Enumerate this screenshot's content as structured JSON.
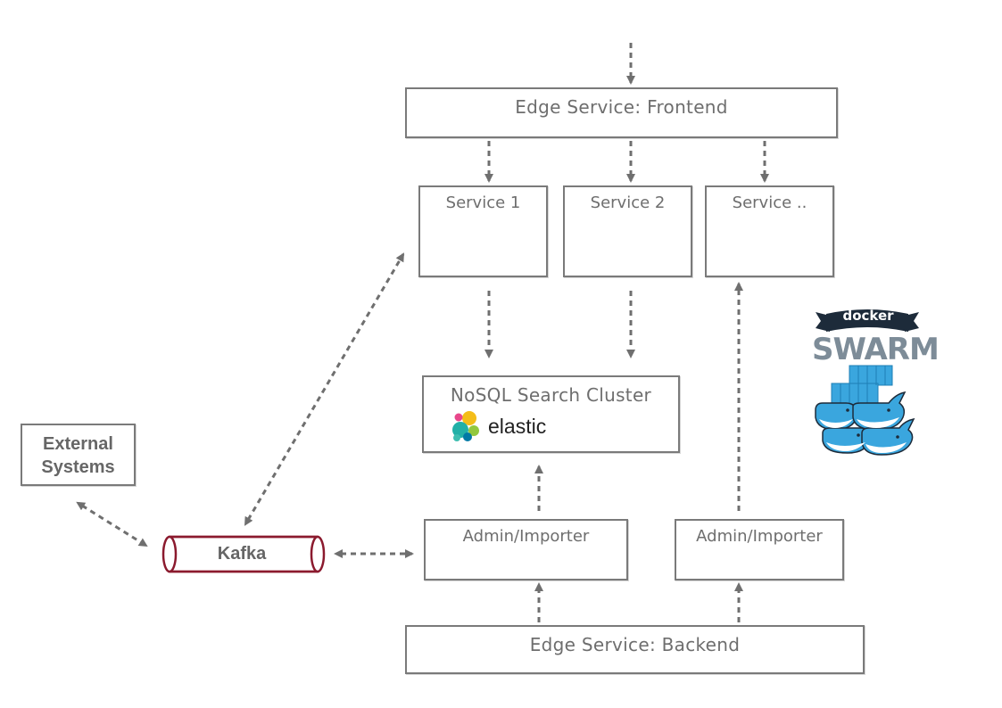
{
  "nodes": {
    "edge_frontend": "Edge Service: Frontend",
    "service1": "Service 1",
    "service2": "Service 2",
    "service_more": "Service ..",
    "nosql": "NoSQL Search Cluster",
    "elastic": "elastic",
    "external": "External Systems",
    "kafka": "Kafka",
    "admin1": "Admin/Importer",
    "admin2": "Admin/Importer",
    "edge_backend": "Edge Service: Backend"
  },
  "logo": {
    "docker": "docker",
    "swarm": "SWARM"
  },
  "colors": {
    "border": "#7a7a7a",
    "text": "#6e6e6e",
    "arrow": "#6f6f6f",
    "kafka": "#8b1a2e",
    "docker_blue": "#3aa6de",
    "docker_navy": "#1d2b3a"
  }
}
